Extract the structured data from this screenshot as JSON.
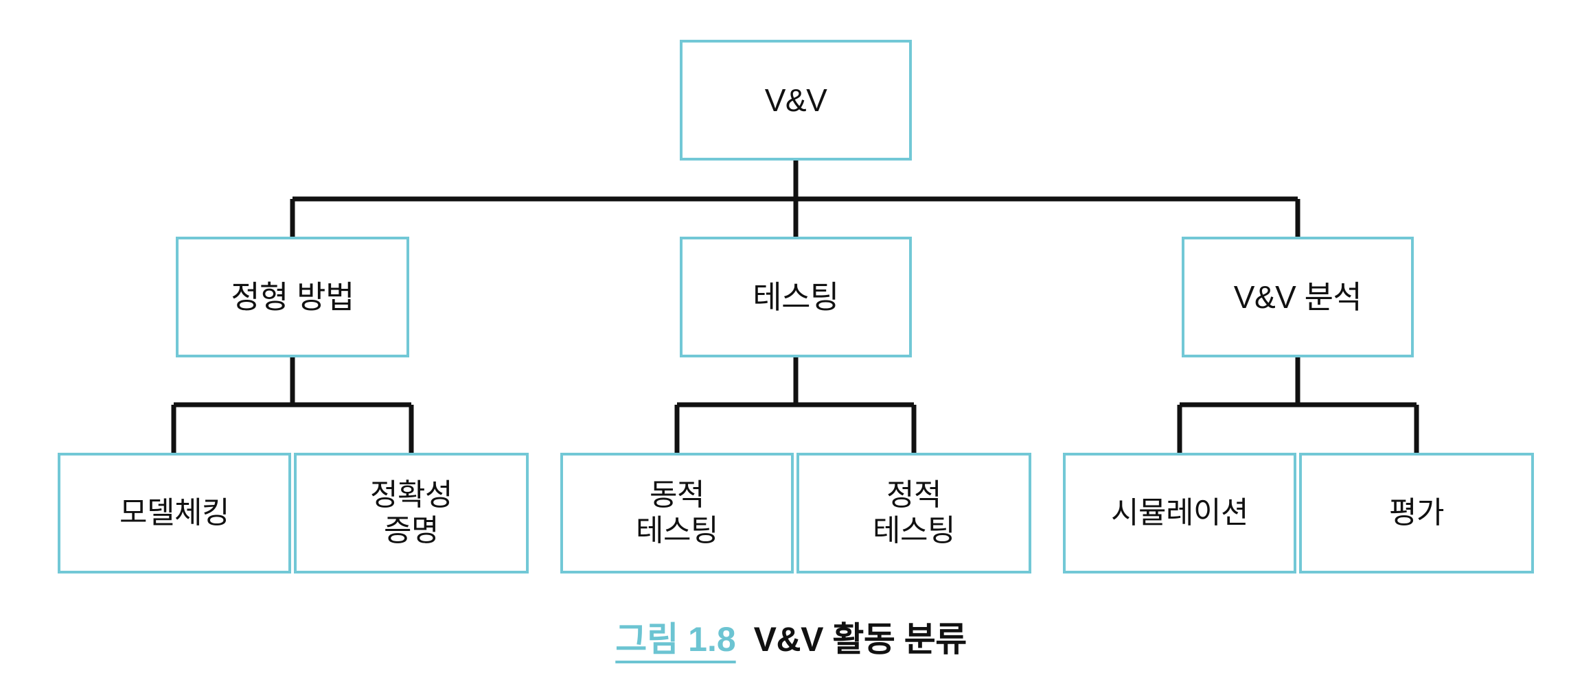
{
  "diagram": {
    "type": "tree-hierarchy",
    "accent_color": "#72c8d6",
    "connector_color": "#111111",
    "background_color": "#ffffff",
    "nodes": {
      "root": {
        "label": "V&V"
      },
      "formal_methods": {
        "label": "정형 방법"
      },
      "testing": {
        "label": "테스팅"
      },
      "vv_analysis": {
        "label": "V&V 분석"
      },
      "model_checking": {
        "label": "모델체킹"
      },
      "correctness_proof": {
        "label": "정확성\n증명"
      },
      "dynamic_testing": {
        "label": "동적\n테스팅"
      },
      "static_testing": {
        "label": "정적\n테스팅"
      },
      "simulation": {
        "label": "시뮬레이션"
      },
      "evaluation": {
        "label": "평가"
      }
    }
  },
  "caption": {
    "figure_number": "그림 1.8",
    "title": "V&V 활동 분류"
  }
}
